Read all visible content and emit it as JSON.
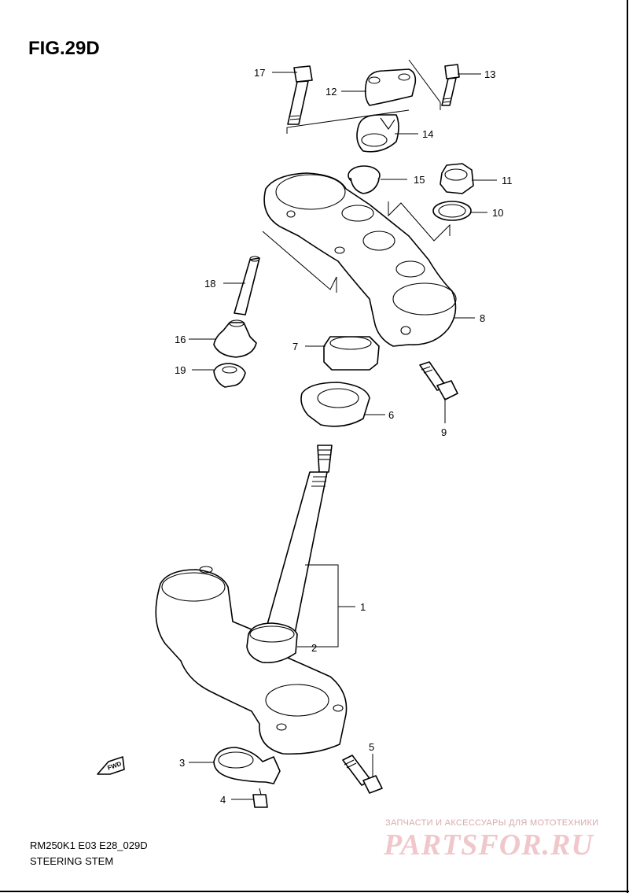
{
  "figure": {
    "title": "FIG.29D",
    "model_code": "RM250K1 E03 E28_029D",
    "subtitle": "STEERING STEM"
  },
  "parts": [
    {
      "num": "1"
    },
    {
      "num": "2"
    },
    {
      "num": "3"
    },
    {
      "num": "4"
    },
    {
      "num": "5"
    },
    {
      "num": "6"
    },
    {
      "num": "7"
    },
    {
      "num": "8"
    },
    {
      "num": "9"
    },
    {
      "num": "10"
    },
    {
      "num": "11"
    },
    {
      "num": "12"
    },
    {
      "num": "13"
    },
    {
      "num": "14"
    },
    {
      "num": "15"
    },
    {
      "num": "16"
    },
    {
      "num": "17"
    },
    {
      "num": "18"
    },
    {
      "num": "19"
    }
  ],
  "fwd_label": "FWD",
  "watermark": {
    "tagline": "ЗАПЧАСТИ И АКСЕССУАРЫ ДЛЯ МОТОТЕХНИКИ",
    "logo": "PARTSFOR.RU"
  }
}
